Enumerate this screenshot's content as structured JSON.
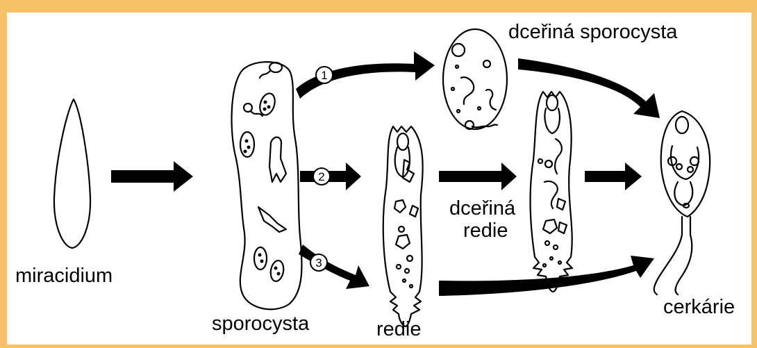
{
  "labels": {
    "miracidium": "miracidium",
    "sporocysta": "sporocysta",
    "redie": "redie",
    "daughter_sporocyst": "dceřiná sporocysta",
    "daughter_redie_line1": "dceřiná",
    "daughter_redie_line2": "redie",
    "cercarie": "cerkárie"
  },
  "path_numbers": [
    "1",
    "2",
    "3"
  ],
  "colors": {
    "frame_border": "#f7c26a",
    "ink": "#000000",
    "background": "#ffffff"
  }
}
